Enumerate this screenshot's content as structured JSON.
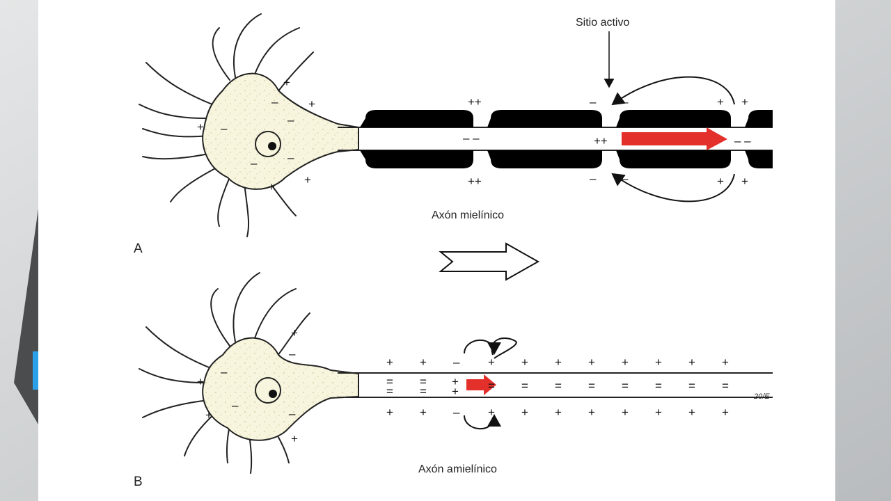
{
  "panel_a": {
    "letter": "A",
    "axon_label": "Axón mielínico",
    "active_site_label": "Sitio activo"
  },
  "panel_b": {
    "letter": "B",
    "axon_label": "Axón amielínico",
    "signature": "20/E"
  },
  "colors": {
    "cell_fill": "#f7f5dd",
    "myelin": "#000000",
    "impulse_arrow": "#e3302b",
    "slide_bg": "#ffffff",
    "outer_bg": "#cfd2d4"
  }
}
